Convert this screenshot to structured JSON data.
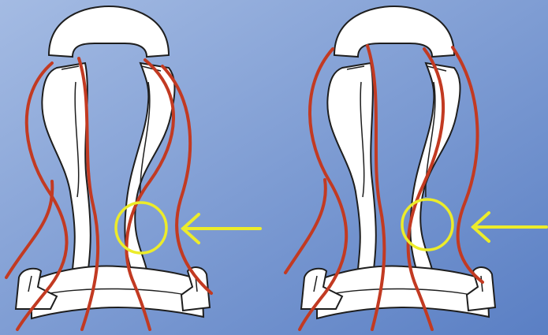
{
  "figure": {
    "panels": [
      {
        "id": "left",
        "highlight": {
          "shape": "circle",
          "color": "#ecec2a"
        },
        "pointer": {
          "direction": "left",
          "color": "#ecec2a"
        }
      },
      {
        "id": "right",
        "highlight": {
          "shape": "circle",
          "color": "#ecec2a"
        },
        "pointer": {
          "direction": "left",
          "color": "#ecec2a"
        }
      }
    ],
    "colors": {
      "background_top": "#9fb6df",
      "background_bottom": "#5f82c6",
      "body_fill": "#ffffff",
      "body_outline": "#1e1e1e",
      "strap_outline": "#c23a22",
      "highlight": "#ecec2a"
    }
  }
}
